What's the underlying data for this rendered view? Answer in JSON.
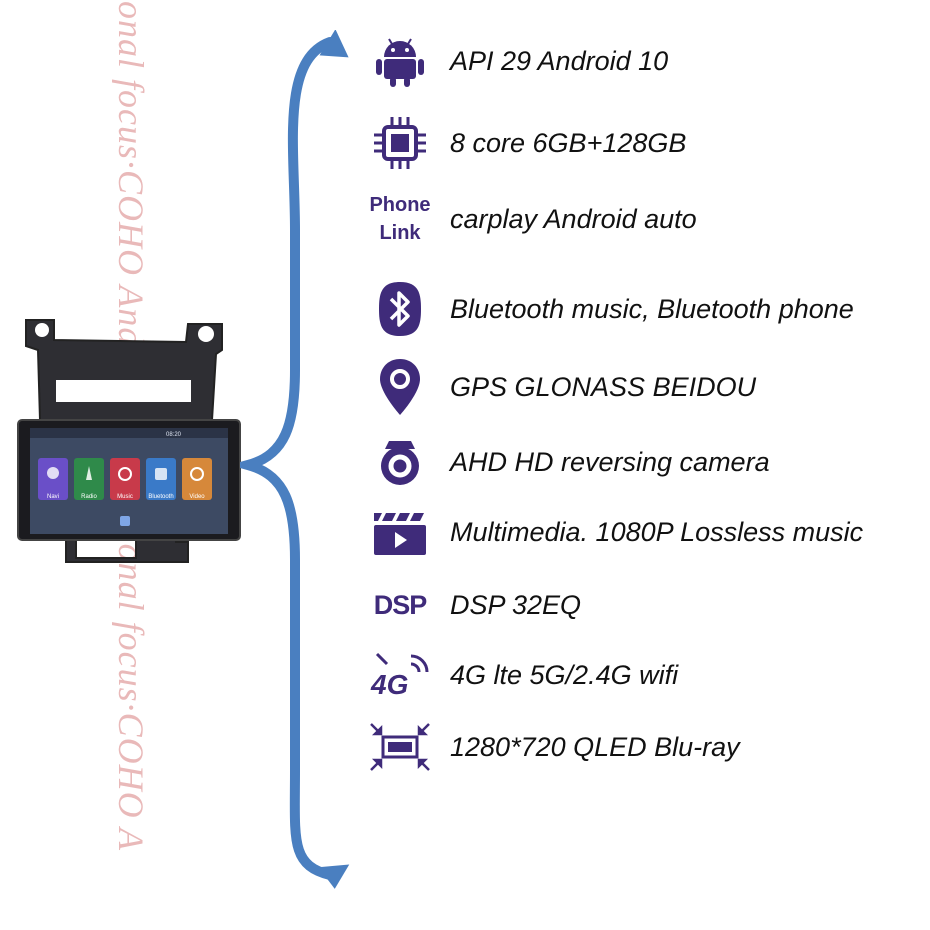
{
  "watermark": "ional focus·COHO Android Professional focus·COHO A",
  "colors": {
    "accent": "#3f2b7a",
    "brace": "#4a7fc0"
  },
  "features": [
    {
      "icon": "android-icon",
      "text": "API 29 Android 10"
    },
    {
      "icon": "cpu-chip-icon",
      "text": "8 core  6GB+128GB"
    },
    {
      "icon": "phone-link-logo",
      "icon_text_1": "Phone",
      "icon_text_2": "Link",
      "text": "carplay Android auto"
    },
    {
      "icon": "bluetooth-icon",
      "text": "Bluetooth music, Bluetooth phone"
    },
    {
      "icon": "map-pin-icon",
      "text": "GPS  GLONASS  BEIDOU"
    },
    {
      "icon": "camera-icon",
      "text": "AHD HD reversing camera"
    },
    {
      "icon": "clapperboard-icon",
      "text": "Multimedia. 1080P  Lossless music"
    },
    {
      "icon": "dsp-logo",
      "icon_text_1": "DSP",
      "text": "DSP 32EQ"
    },
    {
      "icon": "4g-signal-icon",
      "icon_text_1": "4G",
      "text": "4G lte   5G/2.4G wifi"
    },
    {
      "icon": "screen-resolution-icon",
      "text": "1280*720  QLED  Blu-ray"
    }
  ],
  "device": {
    "apps": [
      "Navi",
      "Radio",
      "Music",
      "Bluetooth",
      "Video"
    ],
    "status_time": "08:20"
  }
}
